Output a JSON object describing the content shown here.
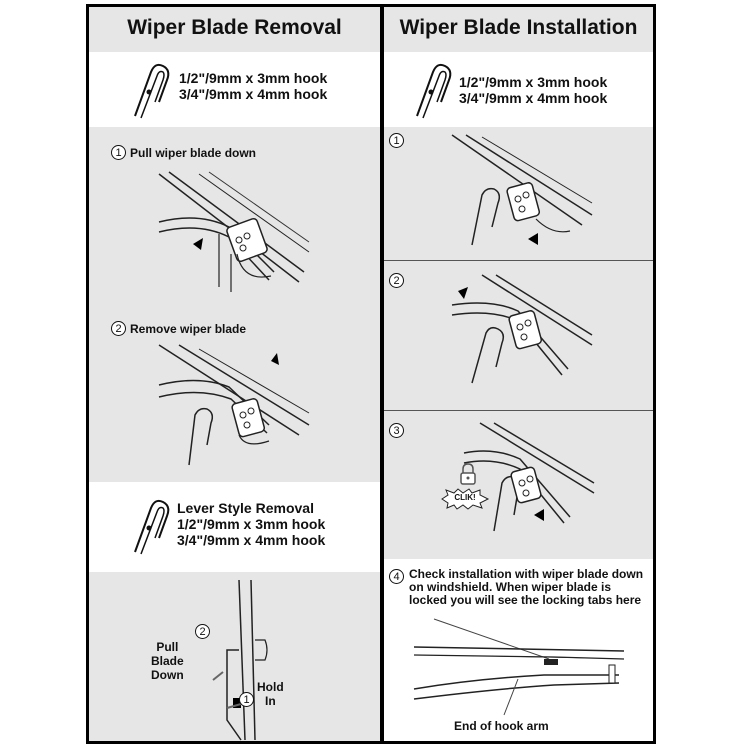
{
  "removal": {
    "title": "Wiper Blade Removal",
    "spec_line1": "1/2\"/9mm x 3mm hook",
    "spec_line2": "3/4\"/9mm x 4mm hook",
    "step1_num": "1",
    "step1_text": "Pull wiper blade down",
    "step2_num": "2",
    "step2_text": "Remove wiper blade"
  },
  "lever": {
    "title_line": "Lever Style Removal",
    "spec_line1": "1/2\"/9mm x 3mm hook",
    "spec_line2": "3/4\"/9mm x 4mm hook",
    "num2": "2",
    "pull_label_1": "Pull",
    "pull_label_2": "Blade",
    "pull_label_3": "Down",
    "num1": "1",
    "hold_label_1": "Hold",
    "hold_label_2": "In"
  },
  "installation": {
    "title": "Wiper Blade Installation",
    "spec_line1": "1/2\"/9mm x 3mm hook",
    "spec_line2": "3/4\"/9mm x 4mm hook",
    "step1_num": "1",
    "step2_num": "2",
    "step3_num": "3",
    "click_text": "CLIK!",
    "step4_num": "4",
    "step4_text": "Check installation with wiper blade down on windshield. When wiper blade is locked you will see the locking tabs here",
    "end_label": "End of hook arm"
  }
}
